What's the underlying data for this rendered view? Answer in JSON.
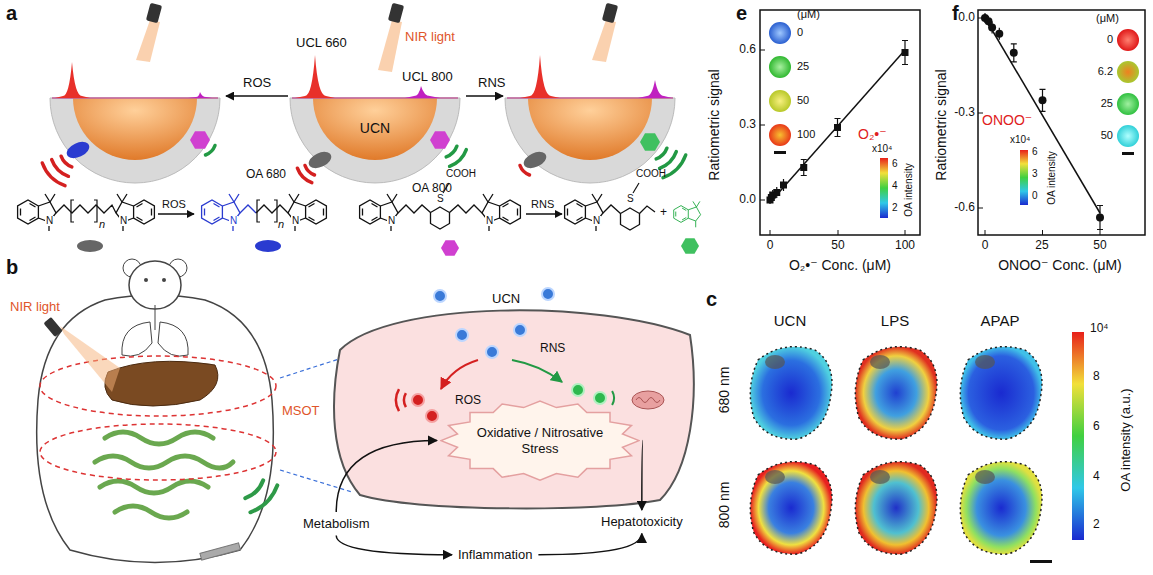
{
  "diagram": {
    "nodes": [
      {
        "text": [
          "Oxidative / Nitrosative Stress"
        ]
      },
      {
        "text": [
          "Metabolism"
        ]
      },
      {
        "text": [
          "Inflammation"
        ]
      },
      {
        "text": [
          "Hepatotoxicity"
        ]
      }
    ],
    "edges": [
      {
        "from": 1,
        "to": 0,
        "arrow": "to"
      },
      {
        "from": 1,
        "to": 2,
        "arrow": "to"
      },
      {
        "from": 0,
        "to": 3,
        "arrow": "to"
      },
      {
        "from": 2,
        "to": 3,
        "arrow": "to"
      }
    ],
    "labels": [
      "a",
      "UCL 660",
      "NIR light",
      "UCL 800",
      "ROS",
      "RNS",
      "UCN",
      "OA 680",
      "OA 800",
      "n",
      "ROS",
      "n",
      "COOH",
      "S",
      "RNS",
      "COOH",
      "S",
      "N",
      "N",
      "N",
      "N",
      "N",
      "N",
      "N",
      "+",
      "b",
      "NIR light",
      "MSOT",
      "UCN",
      "ROS",
      "RNS",
      "e",
      "Ratiometric signal",
      "0.6",
      "0.3",
      "0.0",
      "0",
      "50",
      "100",
      "O₂•⁻ Conc. (μM)",
      "(μM)",
      "0",
      "25",
      "50",
      "100",
      "O₂•⁻",
      "x10⁴",
      "6",
      "4",
      "2",
      "OA intensity",
      "f",
      "Ratiometric signal",
      "0.0",
      "-0.3",
      "-0.6",
      "0",
      "25",
      "50",
      "ONOO⁻ Conc. (μM)",
      "(μM)",
      "0",
      "6.2",
      "25",
      "50",
      "ONOO⁻",
      "x10⁴",
      "6",
      "3",
      "0",
      "OA intensity",
      "c",
      "UCN",
      "LPS",
      "APAP",
      "680 nm",
      "800 nm",
      "10⁴",
      "8",
      "6",
      "4",
      "2",
      "OA intensity (a.u.)"
    ]
  }
}
